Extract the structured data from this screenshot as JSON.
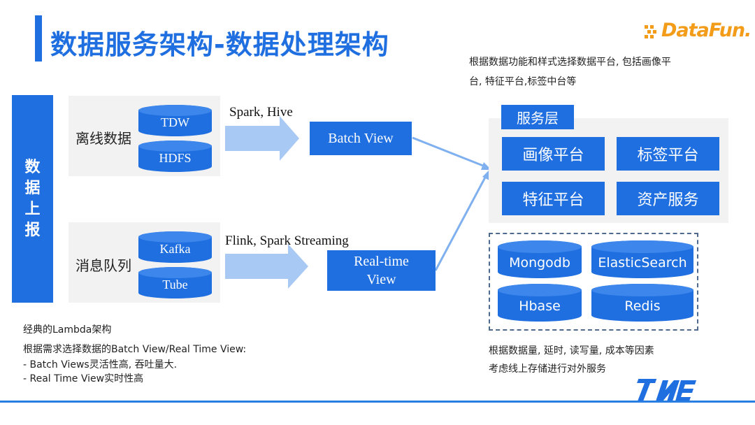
{
  "title": "数据服务架构-数据处理架构",
  "logo": {
    "text": "DataFun."
  },
  "left_column": {
    "label": "数据上报"
  },
  "offline_group": {
    "label": "离线数据",
    "stores": [
      "TDW",
      "HDFS"
    ]
  },
  "queue_group": {
    "label": "消息队列",
    "stores": [
      "Kafka",
      "Tube"
    ]
  },
  "edges": {
    "batch": "Spark, Hive",
    "realtime": "Flink, Spark Streaming"
  },
  "views": {
    "batch": "Batch View",
    "realtime_line1": "Real-time",
    "realtime_line2": "View"
  },
  "service_layer": {
    "intro_line1": "根据数据功能和样式选择数据平台, 包括画像平",
    "intro_line2": "台, 特征平台,标签中台等",
    "header": "服务层",
    "platforms": [
      "画像平台",
      "标签平台",
      "特征平台",
      "资产服务"
    ]
  },
  "storage": {
    "dbs": [
      "Mongodb",
      "ElasticSearch",
      "Hbase",
      "Redis"
    ],
    "note_line1": "根据数据量, 延时, 读写量, 成本等因素",
    "note_line2": "考虑线上存储进行对外服务"
  },
  "lambda_notes": {
    "line1": "经典的Lambda架构",
    "line2": "根据需求选择数据的Batch View/Real Time View:",
    "line3": "- Batch Views灵活性高, 吞吐量大.",
    "line4": "- Real Time View实时性高"
  },
  "colors": {
    "accent": "#1f6fe0",
    "arrow": "#a9c9f5",
    "connector": "#7fb0ef",
    "logo": "#f39c1a",
    "panel": "#f2f2f2"
  },
  "icons": {
    "logo_mark": "dots-mark-icon",
    "footer_logo": "tme-logo-icon"
  }
}
